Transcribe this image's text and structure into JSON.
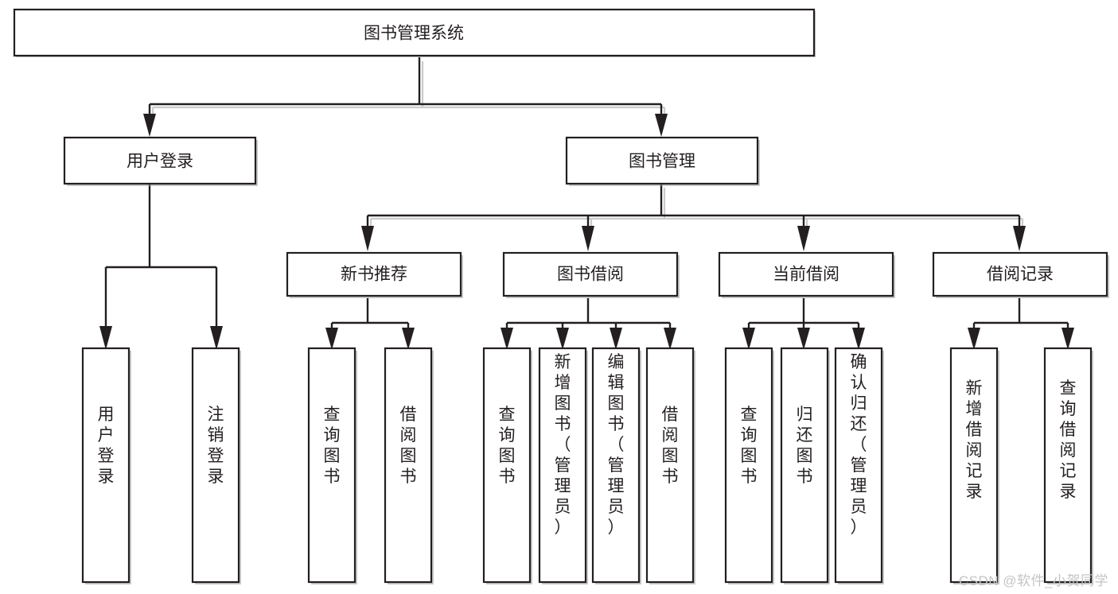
{
  "diagram": {
    "title": "图书管理系统",
    "type": "tree",
    "watermark": "CSDN @软件_小贺同学",
    "colors": {
      "stroke": "#231f20",
      "fill": "#ffffff",
      "shadow": "#9a9a9a",
      "watermark": "#c4c4c4"
    },
    "levels": {
      "root": {
        "label": "图书管理系统"
      },
      "level1": [
        {
          "id": "user-login",
          "label": "用户登录"
        },
        {
          "id": "book-management",
          "label": "图书管理"
        }
      ],
      "level2": [
        {
          "id": "new-book-recommend",
          "label": "新书推荐",
          "parent": "book-management"
        },
        {
          "id": "book-borrow",
          "label": "图书借阅",
          "parent": "book-management"
        },
        {
          "id": "current-borrow",
          "label": "当前借阅",
          "parent": "book-management"
        },
        {
          "id": "borrow-record",
          "label": "借阅记录",
          "parent": "book-management"
        }
      ],
      "leaves": [
        {
          "id": "leaf-user-login",
          "label": "用户登录",
          "parent": "user-login"
        },
        {
          "id": "leaf-logout-login",
          "label": "注销登录",
          "parent": "user-login"
        },
        {
          "id": "leaf-query-book-1",
          "label": "查询图书",
          "parent": "new-book-recommend"
        },
        {
          "id": "leaf-borrow-book-1",
          "label": "借阅图书",
          "parent": "new-book-recommend"
        },
        {
          "id": "leaf-query-book-2",
          "label": "查询图书",
          "parent": "book-borrow"
        },
        {
          "id": "leaf-add-book",
          "label": "新增图书（管理员）",
          "parent": "book-borrow"
        },
        {
          "id": "leaf-edit-book",
          "label": "编辑图书（管理员）",
          "parent": "book-borrow"
        },
        {
          "id": "leaf-borrow-book-2",
          "label": "借阅图书",
          "parent": "book-borrow"
        },
        {
          "id": "leaf-query-book-3",
          "label": "查询图书",
          "parent": "current-borrow"
        },
        {
          "id": "leaf-return-book",
          "label": "归还图书",
          "parent": "current-borrow"
        },
        {
          "id": "leaf-confirm-return",
          "label": "确认归还（管理员）",
          "parent": "current-borrow"
        },
        {
          "id": "leaf-add-record",
          "label": "新增借阅记录",
          "parent": "borrow-record"
        },
        {
          "id": "leaf-query-record",
          "label": "查询借阅记录",
          "parent": "borrow-record"
        }
      ]
    }
  }
}
